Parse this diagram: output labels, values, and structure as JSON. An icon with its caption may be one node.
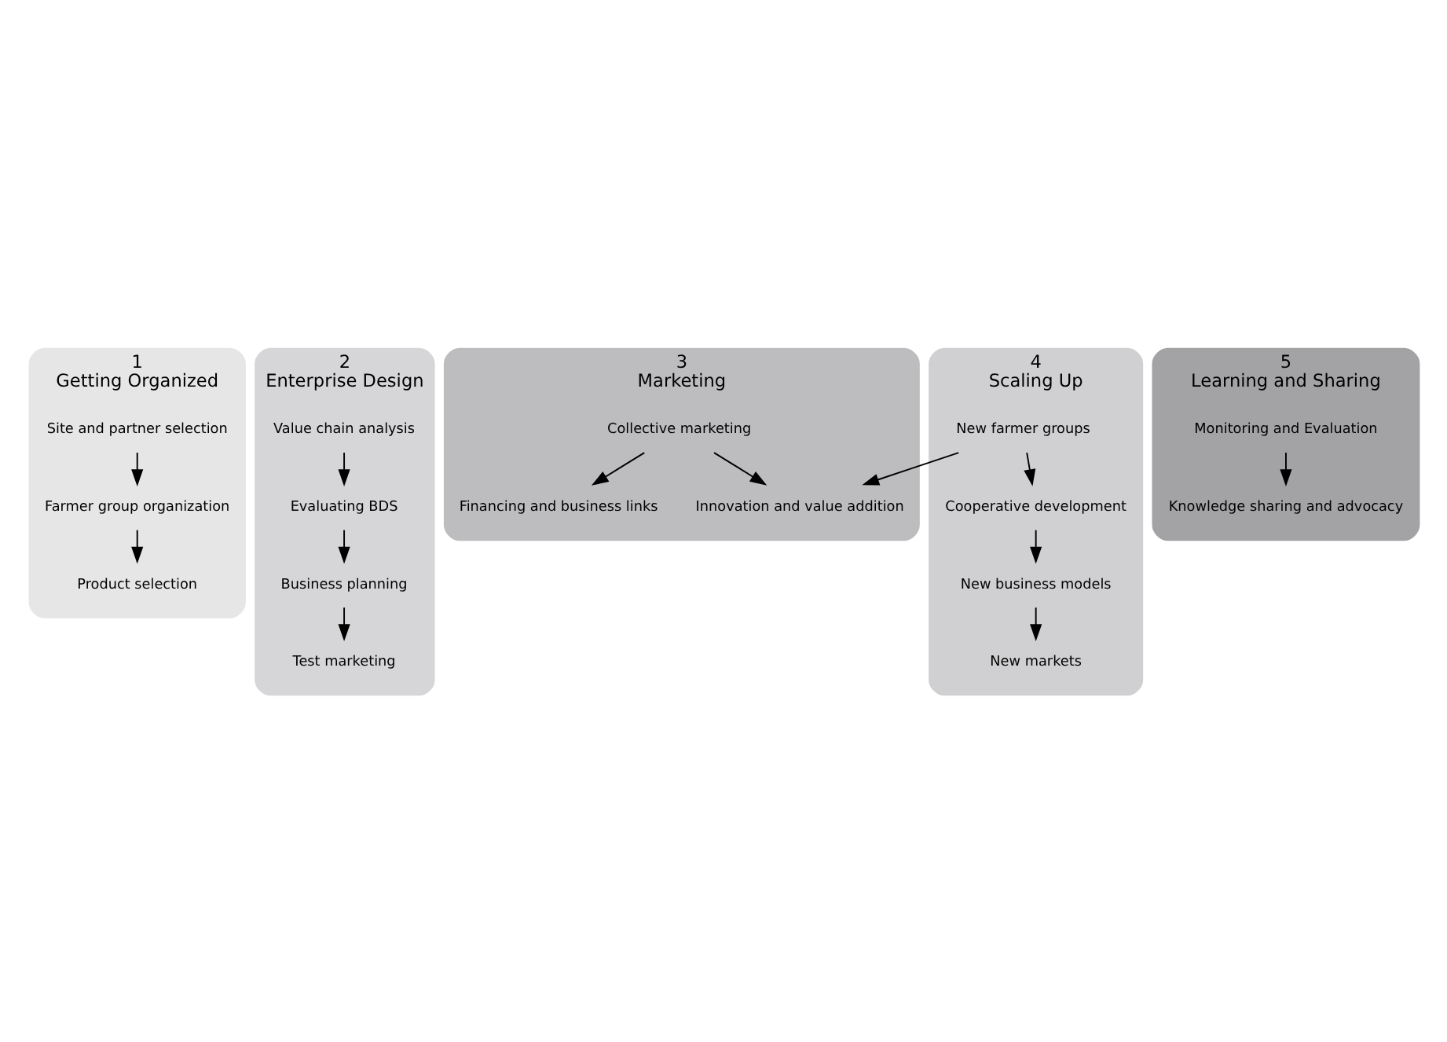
{
  "diagram": {
    "nodes": [
      {
        "text": [
          "1",
          "Getting Organized"
        ]
      },
      {
        "text": [
          "Site and partner selection"
        ],
        "in": 0
      },
      {
        "text": [
          "Farmer group organization"
        ],
        "in": 0
      },
      {
        "text": [
          "Product selection"
        ],
        "in": 0
      },
      {
        "text": [
          "2",
          "Enterprise Design"
        ]
      },
      {
        "text": [
          "Value chain analysis"
        ],
        "in": 4
      },
      {
        "text": [
          "Evaluating BDS"
        ],
        "in": 4
      },
      {
        "text": [
          "Business planning"
        ],
        "in": 4
      },
      {
        "text": [
          "Test marketing"
        ],
        "in": 4
      },
      {
        "text": [
          "3",
          "Marketing"
        ]
      },
      {
        "text": [
          "Financing and business links"
        ],
        "in": 9
      },
      {
        "text": [
          "Collective marketing"
        ],
        "in": 9
      },
      {
        "text": [
          "Innovation and value addition"
        ],
        "in": 9
      },
      {
        "text": [
          "4",
          "Scaling Up"
        ]
      },
      {
        "text": [
          "New farmer groups"
        ],
        "in": 13
      },
      {
        "text": [
          "Cooperative development"
        ],
        "in": 13
      },
      {
        "text": [
          "New business models"
        ],
        "in": 13
      },
      {
        "text": [
          "New markets"
        ],
        "in": 13
      },
      {
        "text": [
          "5",
          "Learning and Sharing"
        ]
      },
      {
        "text": [
          "Monitoring and Evaluation"
        ],
        "in": 18
      },
      {
        "text": [
          "Knowledge sharing and advocacy"
        ],
        "in": 18
      }
    ],
    "edges": [
      {
        "from": 1,
        "to": 2,
        "arrow": "to"
      },
      {
        "from": 2,
        "to": 3,
        "arrow": "to"
      },
      {
        "from": 5,
        "to": 6,
        "arrow": "to"
      },
      {
        "from": 6,
        "to": 7,
        "arrow": "to"
      },
      {
        "from": 7,
        "to": 8,
        "arrow": "to"
      },
      {
        "from": 11,
        "to": 10,
        "arrow": "to"
      },
      {
        "from": 11,
        "to": 12,
        "arrow": "to"
      },
      {
        "from": 14,
        "to": 12,
        "arrow": "to"
      },
      {
        "from": 14,
        "to": 15,
        "arrow": "to"
      },
      {
        "from": 15,
        "to": 16,
        "arrow": "to"
      },
      {
        "from": 16,
        "to": 17,
        "arrow": "to"
      },
      {
        "from": 19,
        "to": 20,
        "arrow": "to"
      }
    ]
  }
}
